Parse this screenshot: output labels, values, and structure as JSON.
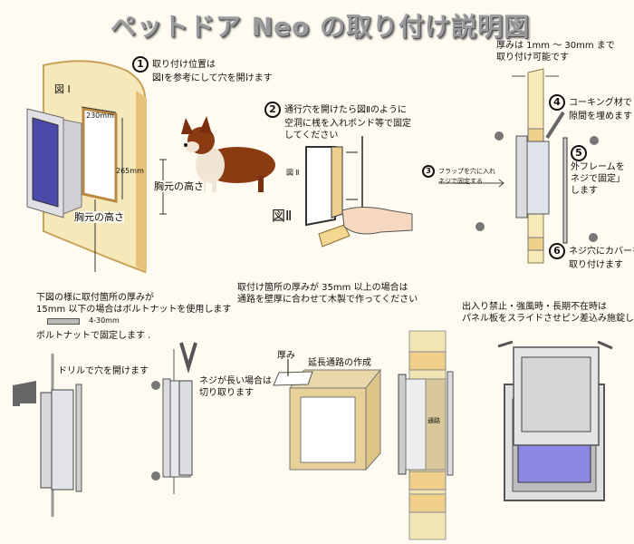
{
  "title": "ペットドア Neo の取り付け説明図",
  "step1": {
    "num": "1",
    "line1": "取り付け位置は",
    "line2": "図Ⅰを参考にして穴を開けます"
  },
  "fig1": {
    "label": "図 Ⅰ",
    "width_dim": "230mm",
    "height_dim": "265mm",
    "chest_label": "胸元の高さ",
    "chest_label_dog": "胸元の高さ"
  },
  "step2": {
    "num": "2",
    "line1": "通行穴を開けたら図Ⅱのように",
    "line2": "空洞に桟を入れボンド等で固定",
    "line3": "してください"
  },
  "fig2": {
    "label_small": "図 Ⅱ",
    "label_large": "図Ⅱ"
  },
  "step3": {
    "num": "3",
    "line1": "フラップを穴に入れ",
    "line2": "ネジで固定する"
  },
  "thickness": {
    "line1": "厚みは 1mm ～ 30mm まで",
    "line2": "取り付け可能です"
  },
  "step4": {
    "num": "4",
    "line1": "コーキング材で",
    "line2": "隙間を埋めます"
  },
  "step5": {
    "num": "5",
    "line1": "外フレームを",
    "line2": "ネジで固定」",
    "line3": "します"
  },
  "step6": {
    "num": "6",
    "line1": "ネジ穴にカバーを",
    "line2": "取り付けます"
  },
  "bolt": {
    "line1": "下図の様に取付箇所の厚みが",
    "line2": "15mm 以下の場合はボルトナットを使用します",
    "size": "4-30mm",
    "line3": "ボルトナットで固定します ."
  },
  "drill": {
    "text": "ドリルで穴を開けます"
  },
  "cut": {
    "line1": "ネジが長い場合は",
    "line2": "切り取ります"
  },
  "thick_wall": {
    "line1": "取付け箇所の厚みが 35mm 以上の場合は",
    "line2": "通路を壁厚に合わせて木製で作ってください"
  },
  "extension": {
    "thickness_label": "厚み",
    "title": "延長通路の作成"
  },
  "cross_section": {
    "passage_label": "通路"
  },
  "lock": {
    "line1": "出入り禁止・強風時・長期不在時は",
    "line2": "パネル板をスライドさせピン差込み施錠します"
  },
  "colors": {
    "wood": "#f4e4b0",
    "wood_edge": "#d9b26a",
    "frame": "#d8d8dc",
    "flap": "#7b78d8",
    "dog_brown": "#8a3b12",
    "bg": "#fffbf1"
  }
}
